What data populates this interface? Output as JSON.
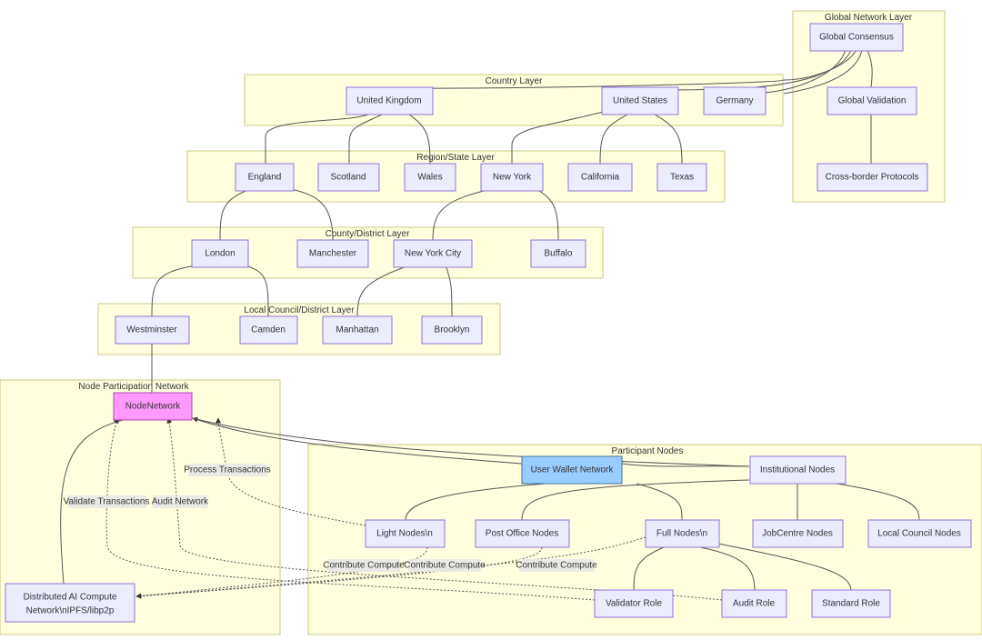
{
  "clusters": {
    "global": "Global Network Layer",
    "country": "Country Layer",
    "region": "Region/State Layer",
    "county": "County/District Layer",
    "local": "Local Council/District Layer",
    "participation": "Node Participation Network",
    "participants": "Participant Nodes"
  },
  "nodes": {
    "global_consensus": "Global Consensus",
    "global_validation": "Global Validation",
    "cross_border": "Cross-border Protocols",
    "uk": "United Kingdom",
    "us": "United States",
    "germany": "Germany",
    "england": "England",
    "scotland": "Scotland",
    "wales": "Wales",
    "new_york": "New York",
    "california": "California",
    "texas": "Texas",
    "london": "London",
    "manchester": "Manchester",
    "nyc": "New York City",
    "buffalo": "Buffalo",
    "westminster": "Westminster",
    "camden": "Camden",
    "manhattan": "Manhattan",
    "brooklyn": "Brooklyn",
    "node_network": "NodeNetwork",
    "ai_line1": "Distributed AI Compute",
    "ai_line2": "Network\\nIPFS/libp2p",
    "user_wallet": "User Wallet Network",
    "institutional": "Institutional Nodes",
    "light": "Light Nodes\\n",
    "post_office": "Post Office Nodes",
    "full": "Full Nodes\\n",
    "jobcentre": "JobCentre Nodes",
    "local_council": "Local Council Nodes",
    "validator": "Validator Role",
    "audit_role": "Audit Role",
    "standard": "Standard Role"
  },
  "edge_labels": {
    "process_transactions": "Process Transactions",
    "validate_transactions": "Validate Transactions",
    "audit_network": "Audit Network",
    "contribute_compute_1": "Contribute Compute",
    "contribute_compute_2": "Contribute Compute",
    "contribute_compute_3": "Contribute Compute"
  },
  "colors": {
    "cluster_fill": "#ffffde",
    "node_fill": "#ececff",
    "node_network_fill": "#ff99ff",
    "user_wallet_fill": "#99ccff"
  }
}
